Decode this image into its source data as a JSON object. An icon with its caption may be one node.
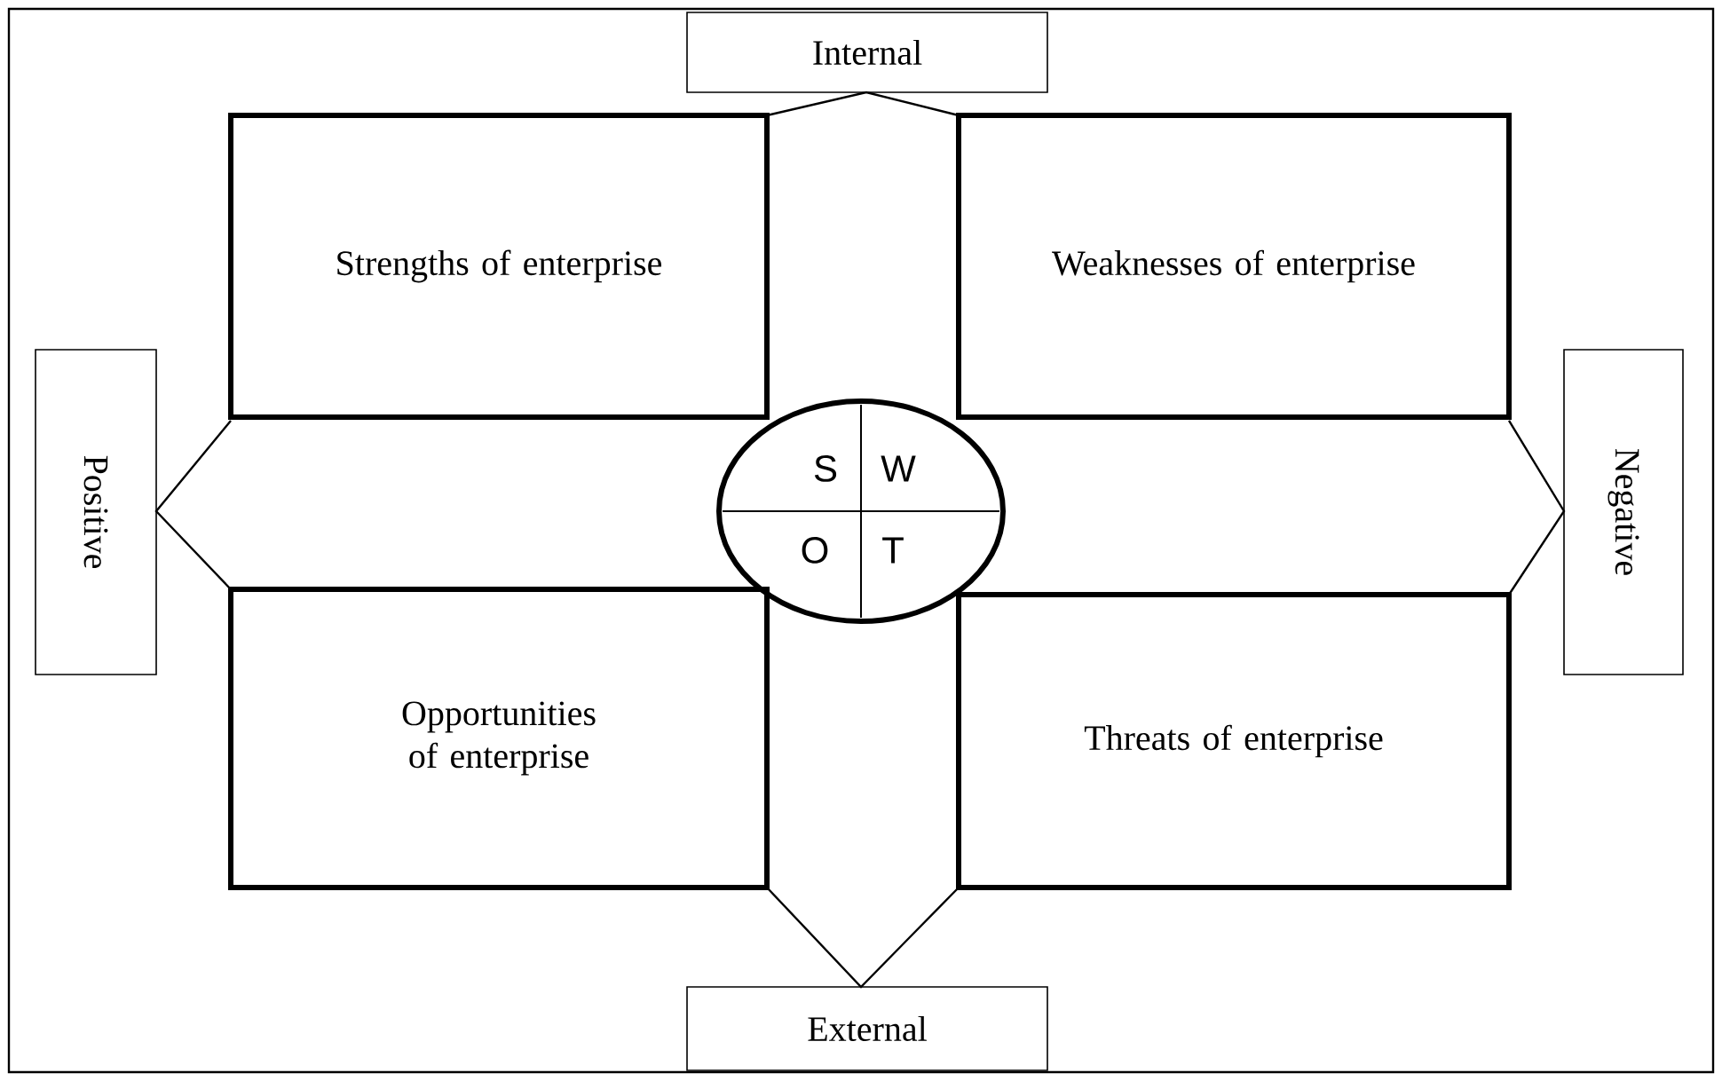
{
  "diagram": {
    "nodes": [
      {
        "text": [
          "Internal"
        ]
      },
      {
        "text": [
          "Strengths of enterprise"
        ]
      },
      {
        "text": [
          "Weaknesses of enterprise"
        ]
      },
      {
        "text": [
          "Positive"
        ]
      },
      {
        "text": [
          "S",
          "W",
          "O",
          "T"
        ]
      },
      {
        "text": [
          "Negative"
        ]
      },
      {
        "text": [
          "Opportunities of enterprise"
        ]
      },
      {
        "text": [
          "Threats of enterprise"
        ]
      },
      {
        "text": [
          "External"
        ]
      }
    ]
  }
}
